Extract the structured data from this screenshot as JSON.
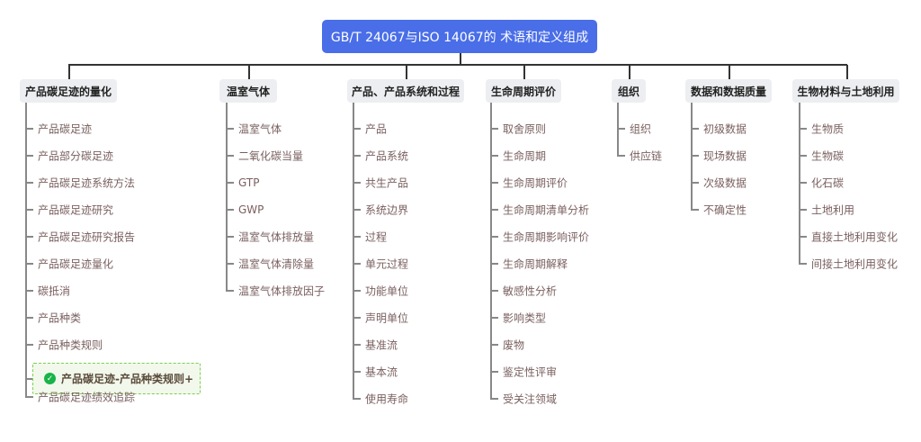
{
  "root": {
    "title": "GB/T 24067与ISO 14067的 术语和定义组成"
  },
  "accent_color": "#4a6ee8",
  "branches": [
    {
      "title": "产品碳足迹的量化",
      "items": [
        "产品碳足迹",
        "产品部分碳足迹",
        "产品碳足迹系统方法",
        "产品碳足迹研究",
        "产品碳足迹研究报告",
        "产品碳足迹量化",
        "碳抵消",
        "产品种类",
        "产品种类规则",
        "产品碳足迹-产品种类规则+",
        "产品碳足迹绩效追踪"
      ],
      "highlighted_index": 9,
      "highlight_icon": "check-circle-icon"
    },
    {
      "title": "温室气体",
      "items": [
        "温室气体",
        "二氧化碳当量",
        "GTP",
        "GWP",
        "温室气体排放量",
        "温室气体清除量",
        "温室气体排放因子"
      ]
    },
    {
      "title": "产品、产品系统和过程",
      "items": [
        "产品",
        "产品系统",
        "共生产品",
        "系统边界",
        "过程",
        "单元过程",
        "功能单位",
        "声明单位",
        "基准流",
        "基本流",
        "使用寿命"
      ]
    },
    {
      "title": "生命周期评价",
      "items": [
        "取舍原则",
        "生命周期",
        "生命周期评价",
        "生命周期清单分析",
        "生命周期影响评价",
        "生命周期解释",
        "敏感性分析",
        "影响类型",
        "废物",
        "鉴定性评审",
        "受关注领域"
      ]
    },
    {
      "title": "组织",
      "items": [
        "组织",
        "供应链"
      ]
    },
    {
      "title": "数据和数据质量",
      "items": [
        "初级数据",
        "现场数据",
        "次级数据",
        "不确定性"
      ]
    },
    {
      "title": "生物材料与土地利用",
      "items": [
        "生物质",
        "生物碳",
        "化石碳",
        "土地利用",
        "直接土地利用变化",
        "间接土地利用变化"
      ]
    }
  ]
}
